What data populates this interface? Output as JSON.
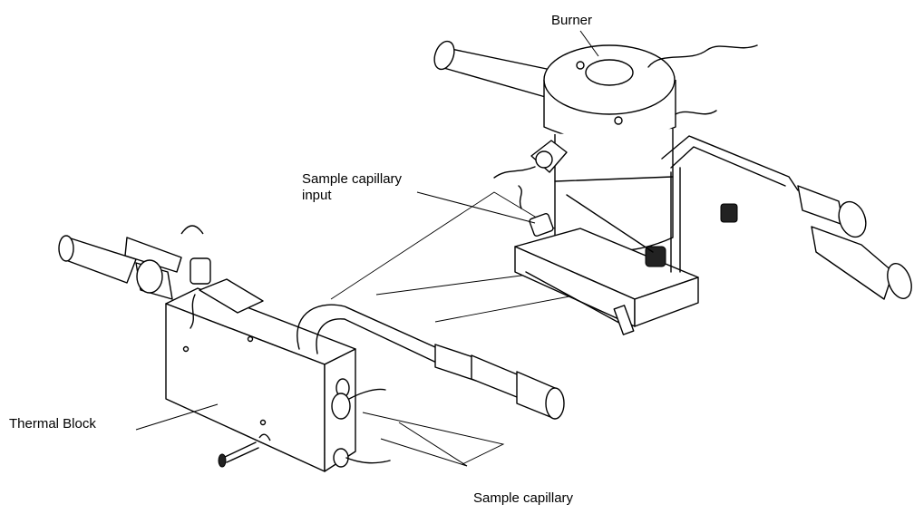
{
  "labels": {
    "burner": "Burner",
    "sample_capillary_input_line1": "Sample capillary",
    "sample_capillary_input_line2": "input",
    "thermal_block": "Thermal Block",
    "sample_capillary": "Sample capillary"
  }
}
